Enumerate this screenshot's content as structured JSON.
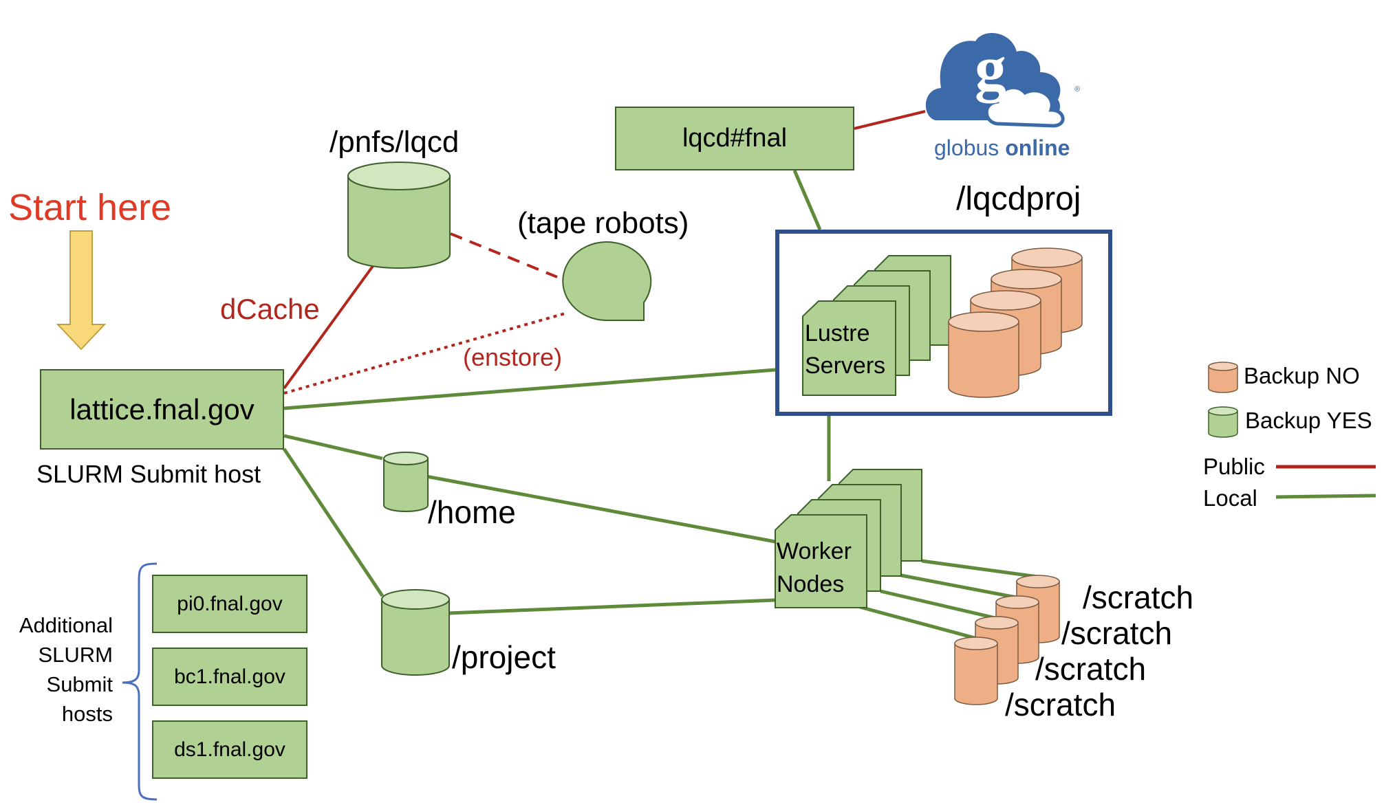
{
  "start": {
    "text": "Start here"
  },
  "main_host": {
    "name": "lattice.fnal.gov",
    "caption": "SLURM Submit host"
  },
  "pnfs": {
    "label": "/pnfs/lqcd"
  },
  "dcache": {
    "label": "dCache"
  },
  "tape": {
    "label": "(tape robots)",
    "enstore_label": "(enstore)"
  },
  "globus": {
    "endpoint": "lqcd#fnal",
    "logo_word1": "globus",
    "logo_word2": "online",
    "logo_letter": "g",
    "registered": "®"
  },
  "lustre": {
    "path_label": "/lqcdproj",
    "servers_label_1": "Lustre",
    "servers_label_2": "Servers"
  },
  "home": {
    "label": "/home"
  },
  "project": {
    "label": "/project"
  },
  "workers": {
    "label_1": "Worker",
    "label_2": "Nodes"
  },
  "scratch": {
    "labels": [
      "/scratch",
      "/scratch",
      "/scratch",
      "/scratch"
    ]
  },
  "additional_hosts": {
    "caption_lines": [
      "Additional",
      "SLURM",
      "Submit",
      "hosts"
    ],
    "hosts": [
      "pi0.fnal.gov",
      "bc1.fnal.gov",
      "ds1.fnal.gov"
    ]
  },
  "legend": {
    "backup_no": "Backup NO",
    "backup_yes": "Backup YES",
    "public": "Public",
    "local": "Local"
  },
  "colors": {
    "green_fill": "#b0d094",
    "green_line": "#5e8a3a",
    "red_line": "#b3261e",
    "orange_fill": "#eeae86",
    "box_border": "#2f4f8a",
    "start_red": "#e03a26",
    "arrow_yellow": "#f8d878",
    "globus_blue": "#3c6aa8"
  }
}
